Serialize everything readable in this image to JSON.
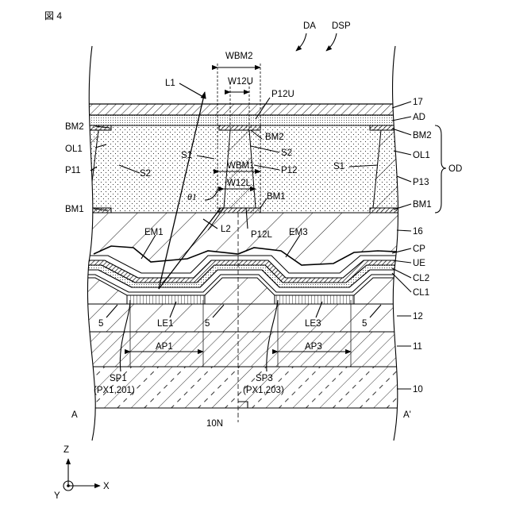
{
  "figure": {
    "title": "図 4",
    "region_labels": {
      "da": "DA",
      "dsp": "DSP"
    },
    "section_ends": {
      "left": "A",
      "right": "A'"
    },
    "normal_line": "10N"
  },
  "top_labels": {
    "wbm2": "WBM2",
    "w12u": "W12U",
    "l1": "L1",
    "p12u": "P12U",
    "s1_left": "S1",
    "s2_center": "S2",
    "wbm1": "WBM1",
    "p12": "P12",
    "w12l": "W12L",
    "s2_left": "S2",
    "s1_right": "S1",
    "theta1": "θ1",
    "bm1_center": "BM1",
    "p12l": "P12L",
    "l2": "L2",
    "bm2_center": "BM2"
  },
  "left_labels": {
    "bm2": "BM2",
    "ol1": "OL1",
    "p11": "P11",
    "bm1": "BM1"
  },
  "right_labels": {
    "r17": "17",
    "ad": "AD",
    "bm2": "BM2",
    "ol1": "OL1",
    "p13": "P13",
    "bm1": "BM1",
    "od": "OD",
    "r16": "16",
    "cp": "CP",
    "ue": "UE",
    "cl2": "CL2",
    "cl1": "CL1",
    "r12": "12",
    "r11": "11",
    "r10": "10"
  },
  "lower_labels": {
    "em1": "EM1",
    "em3": "EM3",
    "bank_left": "5",
    "bank_mid": "5",
    "bank_right": "5",
    "le1": "LE1",
    "le3": "LE3",
    "ap1": "AP1",
    "ap3": "AP3",
    "sp1": "SP1",
    "px1": "(PX1,201)",
    "sp3": "SP3",
    "px3": "(PX1,203)"
  },
  "axes": {
    "z": "Z",
    "x": "X",
    "y": "Y"
  }
}
